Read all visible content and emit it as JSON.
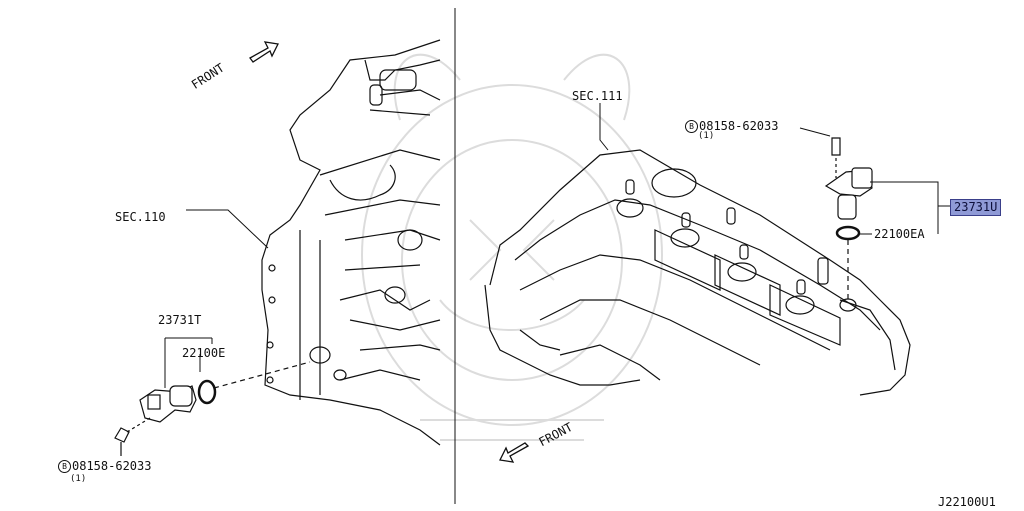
{
  "left_view": {
    "front_label": "FRONT",
    "section_ref": "SEC.110",
    "sensor_part": "23731T",
    "oring_part": "22100E",
    "bolt_code": "08158-62033",
    "bolt_prefix": "B",
    "bolt_qty": "(1)"
  },
  "right_view": {
    "front_label": "FRONT",
    "section_ref": "SEC.111",
    "sensor_part": "23731U",
    "oring_part": "22100EA",
    "bolt_code": "08158-62033",
    "bolt_prefix": "B",
    "bolt_qty": "(1)"
  },
  "diagram_code": "J22100U1",
  "colors": {
    "line": "#111111",
    "highlight": "#8f9ad6",
    "watermark": "#d8d8d8"
  }
}
